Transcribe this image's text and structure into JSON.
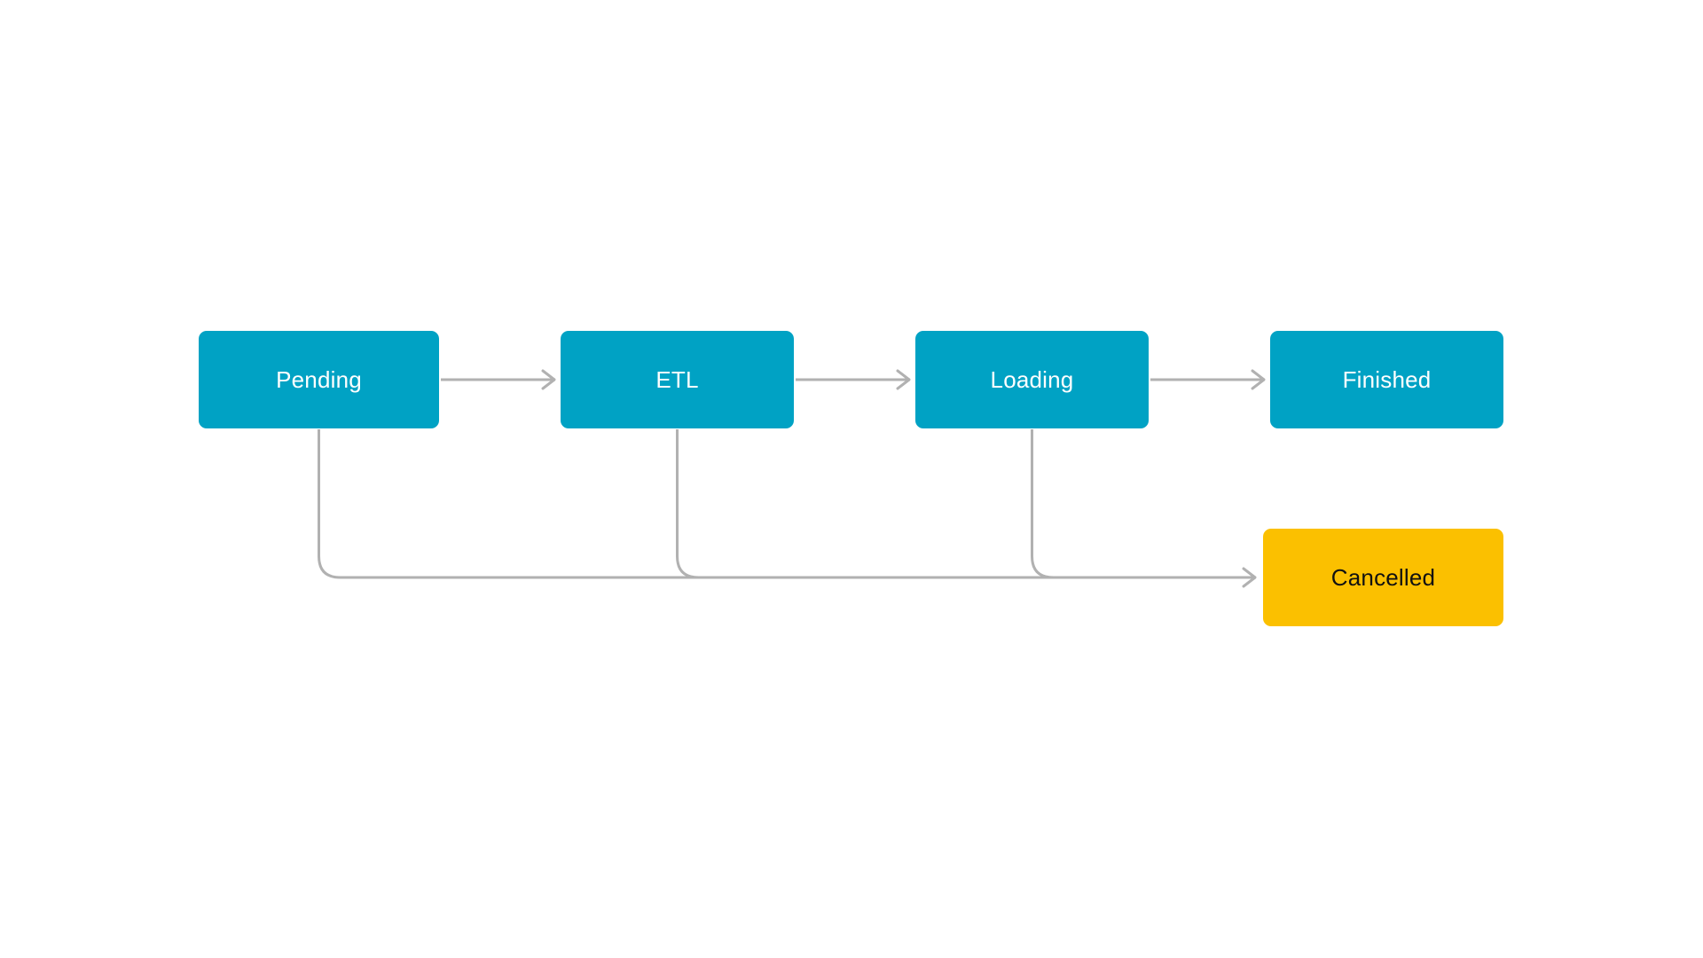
{
  "diagram": {
    "type": "flowchart",
    "nodes": [
      {
        "id": "pending",
        "label": "Pending",
        "fill": "#00a2c4",
        "text_color": "#ffffff"
      },
      {
        "id": "etl",
        "label": "ETL",
        "fill": "#00a2c4",
        "text_color": "#ffffff"
      },
      {
        "id": "loading",
        "label": "Loading",
        "fill": "#00a2c4",
        "text_color": "#ffffff"
      },
      {
        "id": "finished",
        "label": "Finished",
        "fill": "#00a2c4",
        "text_color": "#ffffff"
      },
      {
        "id": "cancelled",
        "label": "Cancelled",
        "fill": "#fbc000",
        "text_color": "#111111"
      }
    ],
    "edges": [
      {
        "from": "pending",
        "to": "etl"
      },
      {
        "from": "etl",
        "to": "loading"
      },
      {
        "from": "loading",
        "to": "finished"
      },
      {
        "from": "pending",
        "to": "cancelled"
      },
      {
        "from": "etl",
        "to": "cancelled"
      },
      {
        "from": "loading",
        "to": "cancelled"
      }
    ],
    "colors": {
      "edge": "#b1b1b1",
      "node_active": "#00a2c4",
      "node_cancelled": "#fbc000",
      "background": "#ffffff"
    }
  }
}
